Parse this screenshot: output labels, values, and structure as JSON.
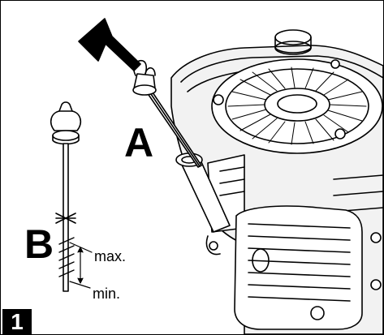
{
  "figure": {
    "callout_a": "A",
    "callout_b": "B",
    "mark_max": "max.",
    "mark_min": "min.",
    "step_number": "1"
  },
  "colors": {
    "ink": "#000000",
    "paper": "#ffffff",
    "engine_fill": "#f2f2f2"
  }
}
